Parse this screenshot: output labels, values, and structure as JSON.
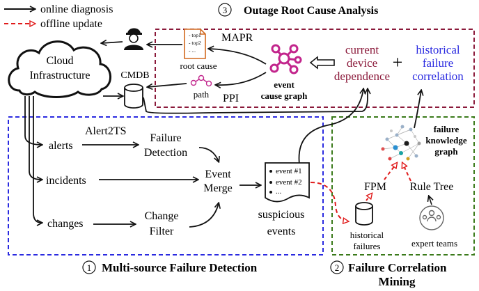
{
  "legend": {
    "online_label": "online diagnosis",
    "offline_label": "offline update"
  },
  "sections": {
    "rca": {
      "number": "3",
      "title": "Outage Root Cause Analysis"
    },
    "mfd": {
      "number": "1",
      "title": "Multi-source Failure Detection"
    },
    "fcm": {
      "number": "2",
      "title_line1": "Failure Correlation",
      "title_line2": "Mining"
    }
  },
  "cloud": {
    "line1": "Cloud",
    "line2": "Infrastructure"
  },
  "cmdb_label": "CMDB",
  "root_cause": {
    "label": "root cause",
    "doc_line1": "- top1",
    "doc_line2": "- top2",
    "doc_line3": "- ..."
  },
  "path_label": "path",
  "mapr_label": "MAPR",
  "ppi_label": "PPI",
  "event_cause_graph": {
    "line1": "event",
    "line2": "cause graph"
  },
  "current_dependence": {
    "line1": "current",
    "line2": "device",
    "line3": "dependence"
  },
  "plus": "+",
  "historical_correlation": {
    "line1": "historical",
    "line2": "failure",
    "line3": "correlation"
  },
  "sources": {
    "alerts": "alerts",
    "incidents": "incidents",
    "changes": "changes"
  },
  "alert2ts": "Alert2TS",
  "failure_detection": {
    "line1": "Failure",
    "line2": "Detection"
  },
  "change_filter": {
    "line1": "Change",
    "line2": "Filter"
  },
  "event_merge": {
    "line1": "Event",
    "line2": "Merge"
  },
  "events_doc": {
    "item1": "event #1",
    "item2": "event #2",
    "item3": "..."
  },
  "suspicious_events": {
    "line1": "suspicious",
    "line2": "events"
  },
  "knowledge_graph": {
    "line1": "failure",
    "line2": "knowledge",
    "line3": "graph"
  },
  "fpm": "FPM",
  "rule_tree": "Rule Tree",
  "historical_failures": {
    "line1": "historical",
    "line2": "failures"
  },
  "expert_teams": "expert teams",
  "colors": {
    "rca_border": "#8b1a3b",
    "mfd_border": "#2a2ae0",
    "fcm_border": "#3a7a1a",
    "offline_arrow": "#e01b1b",
    "graph_node": "#c2258c",
    "current_text": "#8b1a3b",
    "historical_text": "#2a2ae0"
  }
}
